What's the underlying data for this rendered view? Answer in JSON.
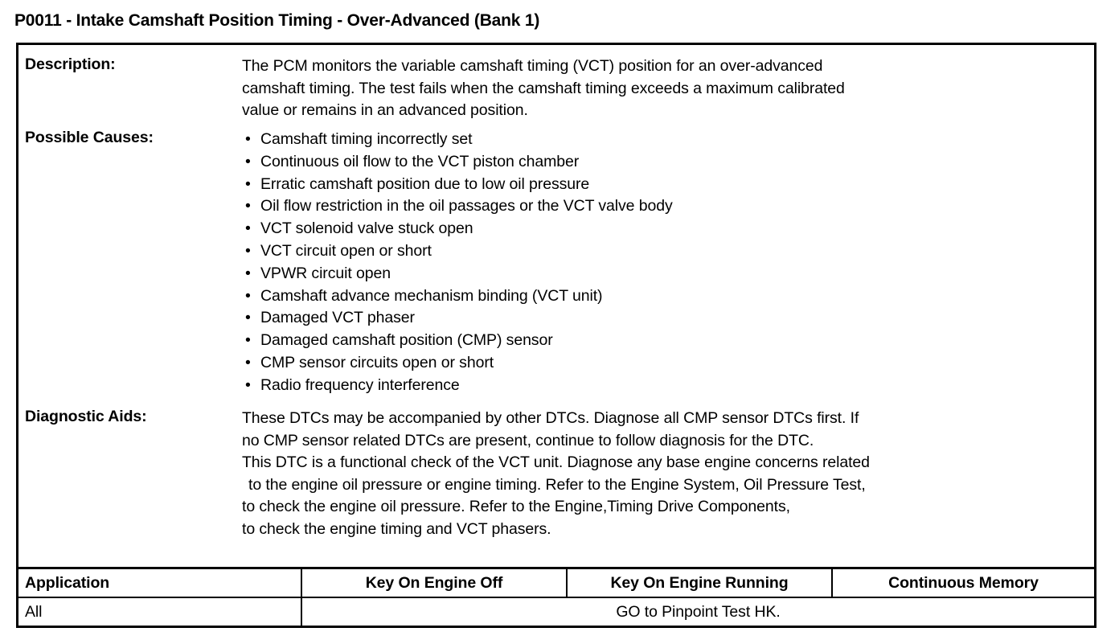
{
  "document": {
    "title": "P0011 - Intake Camshaft Position Timing - Over-Advanced (Bank 1)"
  },
  "sections": {
    "description": {
      "label": "Description:",
      "lines": [
        "The PCM monitors the variable camshaft timing (VCT) position for an over-advanced",
        "camshaft timing. The test fails when the camshaft timing exceeds a maximum calibrated",
        "value or remains in an advanced position."
      ]
    },
    "possible_causes": {
      "label": "Possible Causes:",
      "bullet_glyph": "•",
      "items": [
        "Camshaft timing incorrectly set",
        "Continuous oil flow to the VCT piston chamber",
        "Erratic camshaft position due to low oil pressure",
        "Oil flow restriction in the oil passages or the VCT valve body",
        "VCT solenoid valve stuck open",
        "VCT circuit open or short",
        "VPWR circuit open",
        "Camshaft advance mechanism binding (VCT unit)",
        "Damaged VCT phaser",
        "Damaged camshaft position (CMP) sensor",
        "CMP sensor circuits open or short",
        "Radio frequency interference"
      ]
    },
    "diagnostic_aids": {
      "label": "Diagnostic Aids:",
      "lines": [
        "These DTCs may be accompanied by other DTCs. Diagnose all CMP sensor DTCs first. If",
        "no CMP sensor related DTCs are present, continue to follow diagnosis for the DTC.",
        "This DTC is a functional check of the VCT unit. Diagnose any base engine concerns related",
        "to the engine oil pressure or engine timing. Refer to the Engine System, Oil Pressure Test,",
        "to check the engine oil pressure. Refer to the Engine,Timing Drive Components,",
        "to check the engine timing and VCT phasers."
      ]
    }
  },
  "application_table": {
    "headers": {
      "application": "Application",
      "key_on_engine_off": "Key On Engine Off",
      "key_on_engine_running": "Key On Engine Running",
      "continuous_memory": "Continuous Memory"
    },
    "row": {
      "application": "All",
      "result": "GO to Pinpoint Test HK."
    }
  }
}
